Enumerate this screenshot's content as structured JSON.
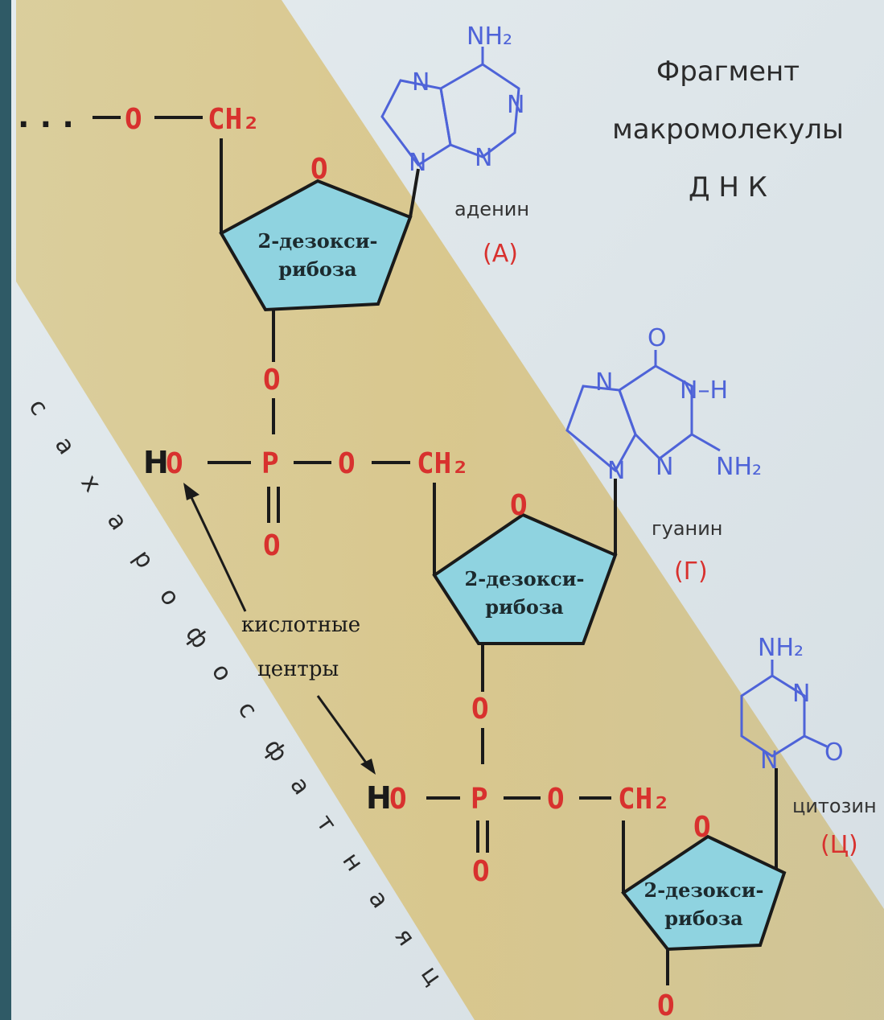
{
  "title": {
    "line1": "Фрагмент",
    "line2": "макромолекулы",
    "line3": "Д Н К"
  },
  "atoms": {
    "O": "O",
    "P": "P",
    "CH2": "CH₂",
    "HO": "HO",
    "dots": ". . .",
    "double": "||",
    "single": "|"
  },
  "sugar": {
    "line1": "2-дезокси-",
    "line2": "рибоза"
  },
  "bases": {
    "adenine": {
      "name": "аденин",
      "code": "(А)",
      "NH2": "NH₂",
      "N": "N"
    },
    "guanine": {
      "name": "гуанин",
      "code": "(Г)",
      "O": "O",
      "NH": "N–H",
      "NH2": "NH₂",
      "N": "N"
    },
    "cytosine": {
      "name": "цитозин",
      "code": "(Ц)",
      "NH2": "NH₂",
      "O": "O",
      "N": "N"
    }
  },
  "acid_label": {
    "line1": "кислотные",
    "line2": "центры"
  },
  "chain_label": [
    "с",
    "а",
    "х",
    "а",
    "р",
    "о",
    "ф",
    "о",
    "с",
    "ф",
    "а",
    "т",
    "н",
    "а",
    "я",
    "ц"
  ],
  "colors": {
    "band": "#d8c27e",
    "sugar": "#8fd3e0",
    "base": "#4e63d8",
    "atom": "#d8312e"
  }
}
